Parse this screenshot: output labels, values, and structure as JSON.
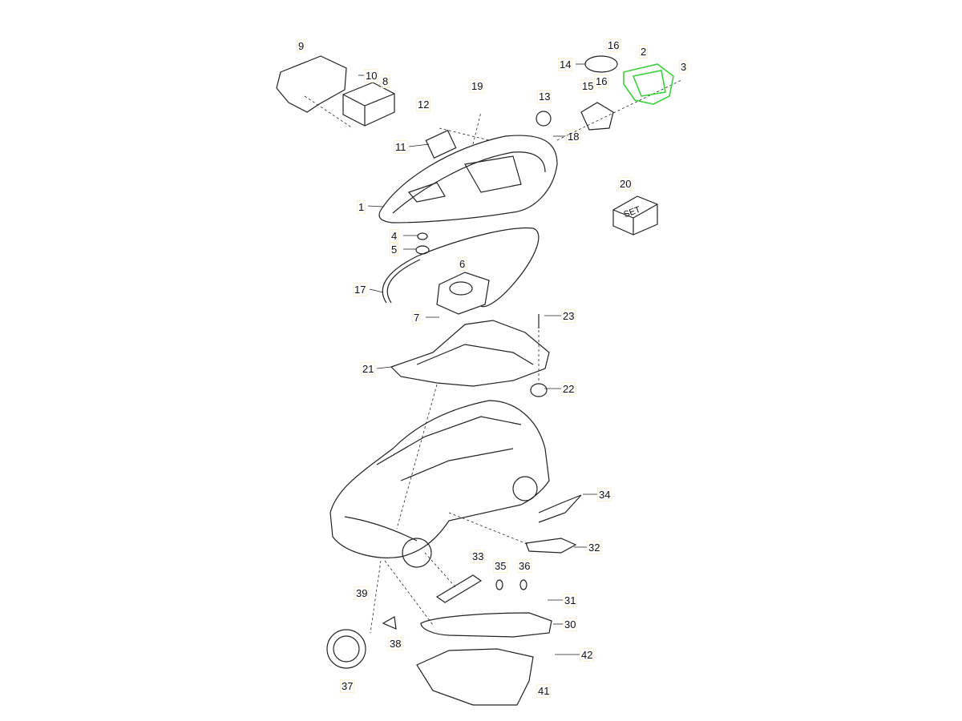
{
  "diagram": {
    "highlight_color": "#3bd13b",
    "line_color": "#222222",
    "callouts": [
      "9",
      "10",
      "8",
      "12",
      "19",
      "13",
      "16",
      "14",
      "2",
      "3",
      "15",
      "16",
      "18",
      "11",
      "20",
      "1",
      "4",
      "5",
      "17",
      "6",
      "7",
      "23",
      "21",
      "22",
      "34",
      "32",
      "33",
      "35",
      "36",
      "39",
      "31",
      "30",
      "38",
      "42",
      "37",
      "41"
    ],
    "set_box_label": "SET",
    "highlighted_part": "2"
  }
}
